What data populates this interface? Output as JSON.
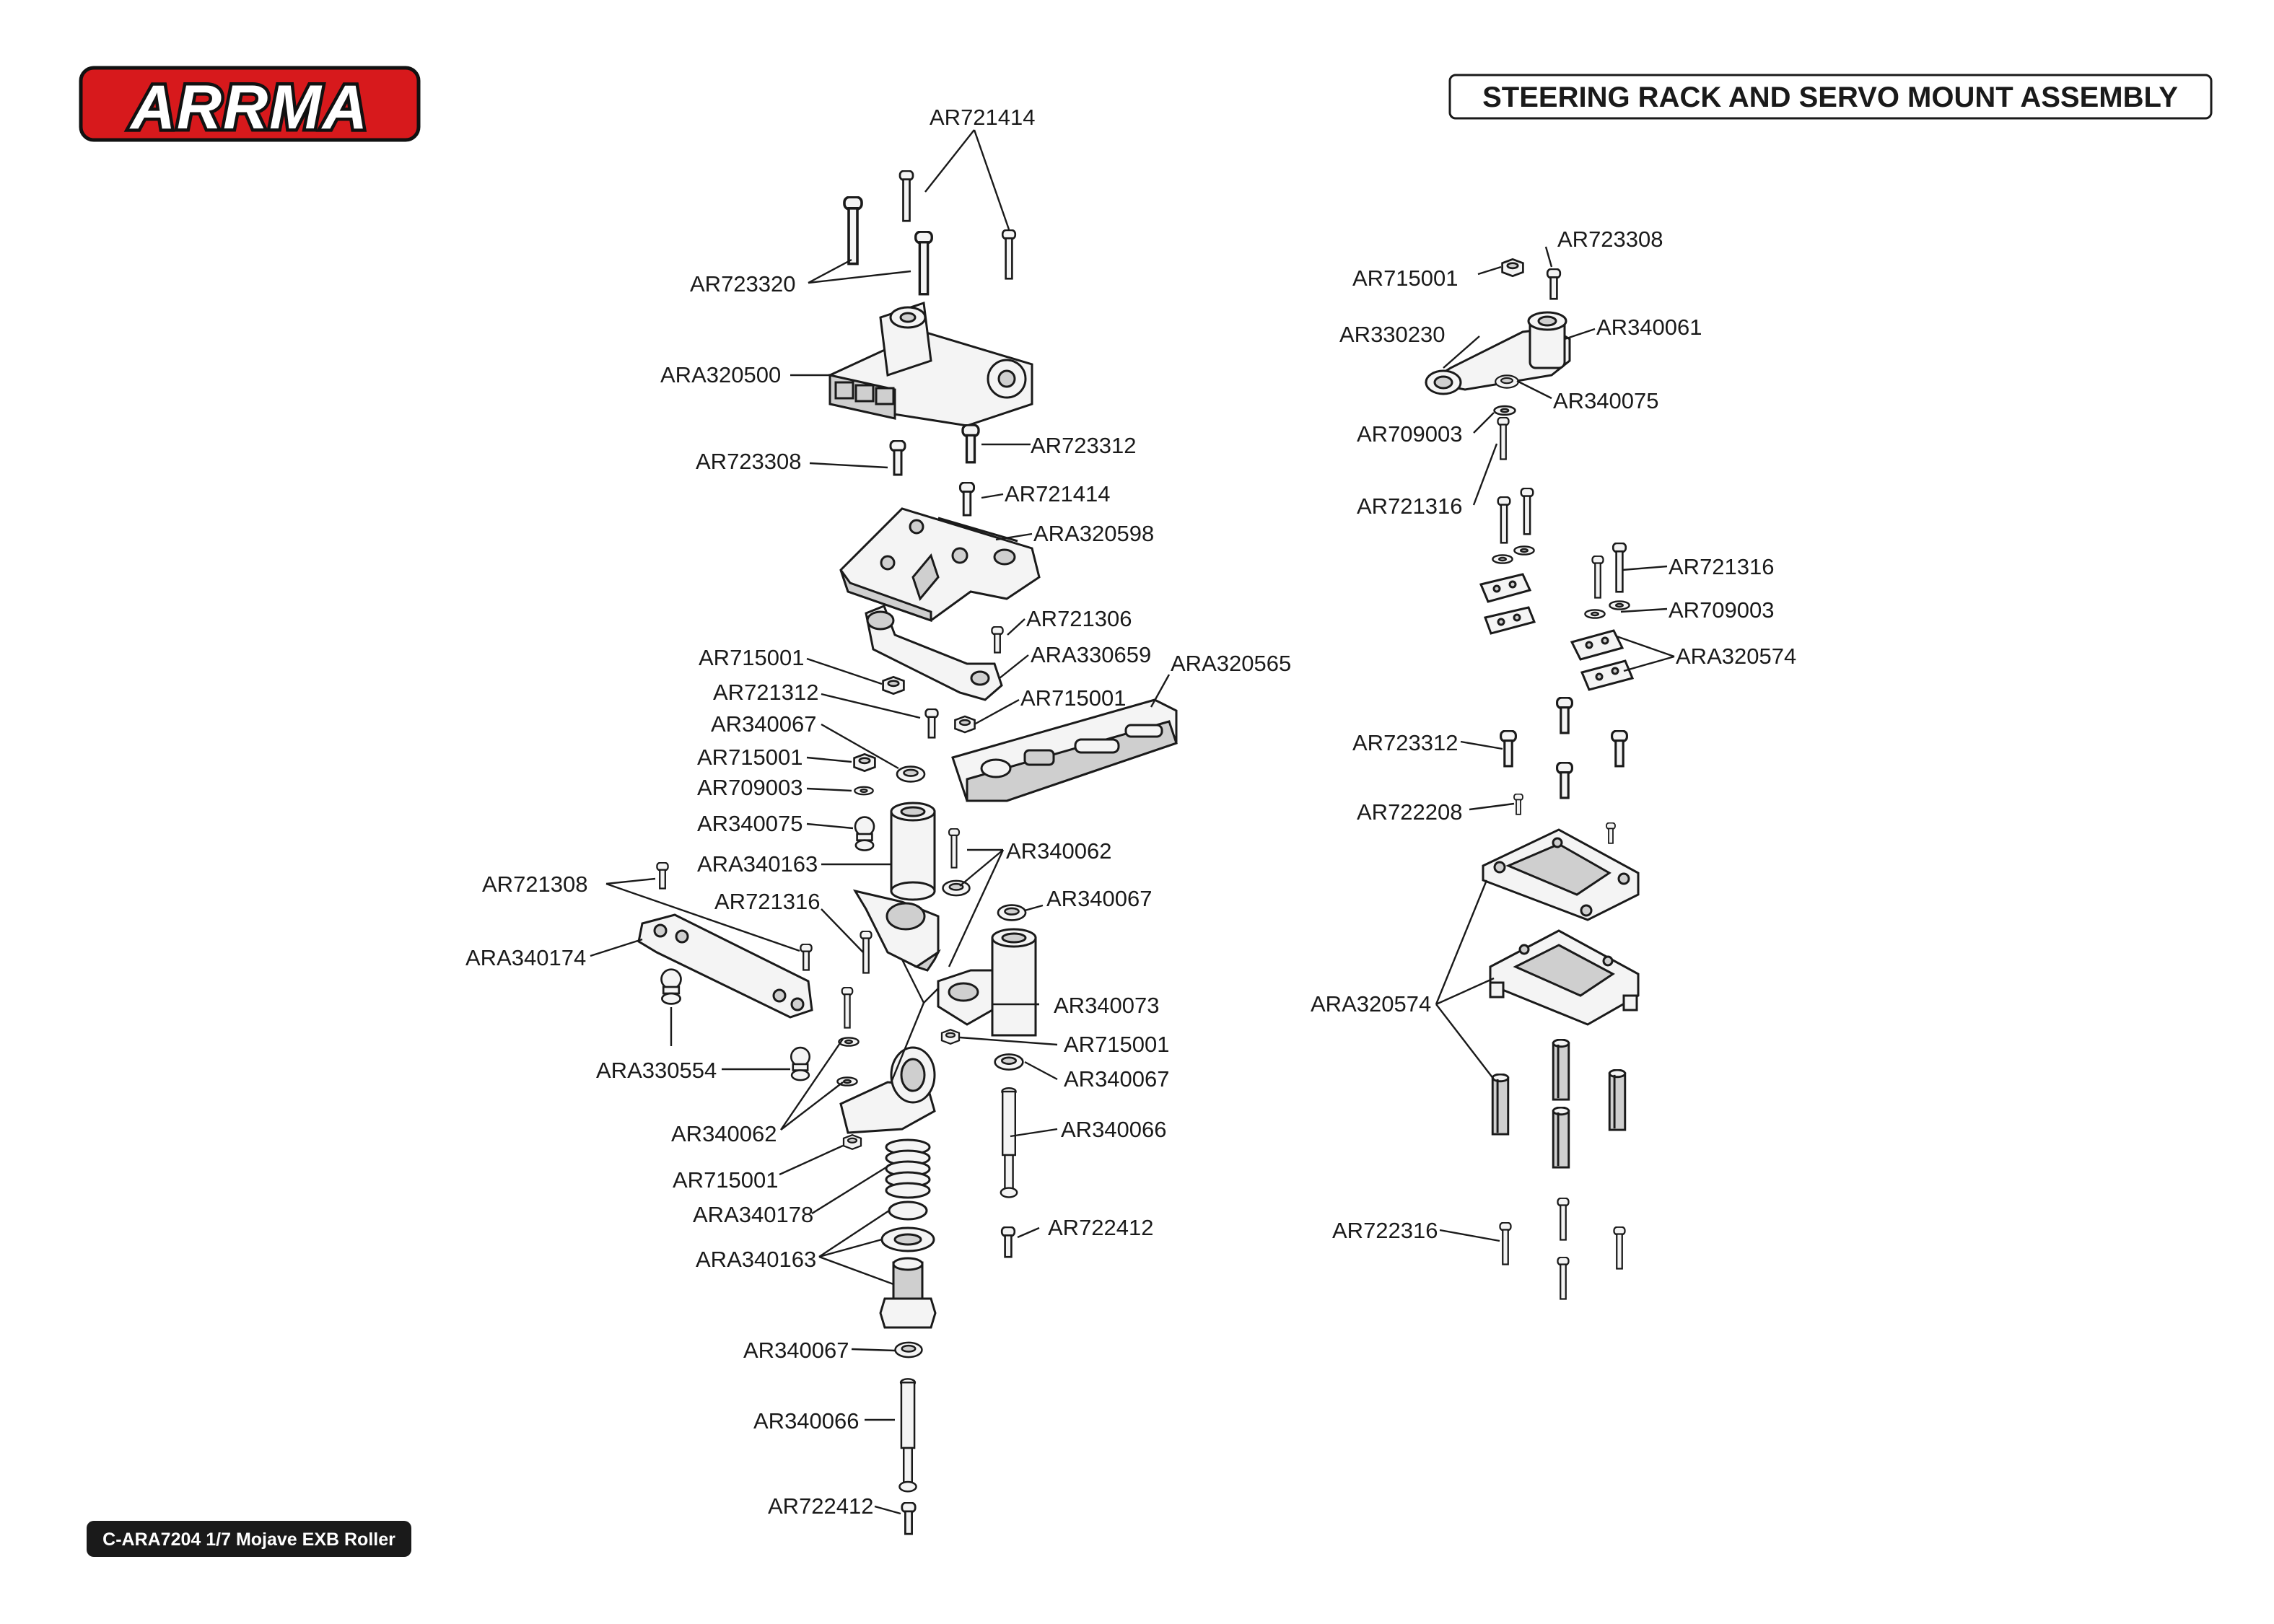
{
  "brand": {
    "logo_text": "ARRMA",
    "logo_color": "#d7191c"
  },
  "header": {
    "title": "STEERING RACK AND SERVO MOUNT ASSEMBLY"
  },
  "footer": {
    "caption": "C-ARA7204 1/7 Mojave EXB Roller"
  },
  "callouts": {
    "l_ar721414_top": "AR721414",
    "l_ar723320": "AR723320",
    "l_ara320500": "ARA320500",
    "l_ar723308_left": "AR723308",
    "l_ar723312_top": "AR723312",
    "l_ar721414_mid": "AR721414",
    "l_ara320598": "ARA320598",
    "l_ar721306": "AR721306",
    "l_ar715001_a": "AR715001",
    "l_ara330659": "ARA330659",
    "l_ara320565": "ARA320565",
    "l_ar721312": "AR721312",
    "l_ar715001_b": "AR715001",
    "l_ar340067_a": "AR340067",
    "l_ar715001_c": "AR715001",
    "l_ar709003_left": "AR709003",
    "l_ar340075_left": "AR340075",
    "l_ar340062_a": "AR340062",
    "l_ara340163_a": "ARA340163",
    "l_ar721308": "AR721308",
    "l_ar721316_left": "AR721316",
    "l_ar340067_b": "AR340067",
    "l_ara340174": "ARA340174",
    "l_ar340073": "AR340073",
    "l_ar715001_d": "AR715001",
    "l_ara330554": "ARA330554",
    "l_ar340067_c": "AR340067",
    "l_ar340062_b": "AR340062",
    "l_ar340066_a": "AR340066",
    "l_ar715001_e": "AR715001",
    "l_ara340178": "ARA340178",
    "l_ar722412_a": "AR722412",
    "l_ara340163_b": "ARA340163",
    "l_ar340067_d": "AR340067",
    "l_ar340066_b": "AR340066",
    "l_ar722412_b": "AR722412",
    "r_ar723308": "AR723308",
    "r_ar715001": "AR715001",
    "r_ar330230": "AR330230",
    "r_ar340061": "AR340061",
    "r_ar340075": "AR340075",
    "r_ar709003_top": "AR709003",
    "r_ar721316_top": "AR721316",
    "r_ar721316_mid": "AR721316",
    "r_ar709003_mid": "AR709003",
    "r_ara320574_top": "ARA320574",
    "r_ar723312": "AR723312",
    "r_ar722208": "AR722208",
    "r_ara320574_bottom": "ARA320574",
    "r_ar722316": "AR722316"
  }
}
